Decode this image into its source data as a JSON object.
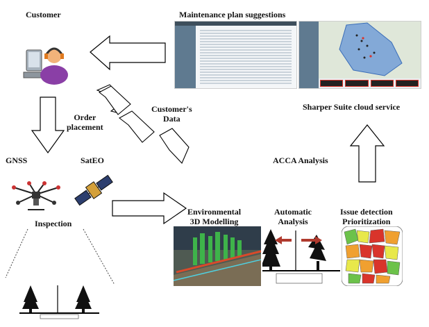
{
  "labels": {
    "customer": "Customer",
    "maintenance_plan": "Maintenance plan suggestions",
    "order_placement": "Order\nplacement",
    "customers_data": "Customer's\nData",
    "sharper_suite": "Sharper Suite cloud service",
    "gnss": "GNSS",
    "sateo": "SatEO",
    "acca": "ACCA Analysis",
    "inspection": "Inspection",
    "environmental": "Environmental\n3D Modelling",
    "automatic": "Automatic\nAnalysis",
    "issue": "Issue detection\nPrioritization"
  },
  "colors": {
    "arrow_stroke": "#000000",
    "arrow_fill": "#ffffff",
    "sidebar": "#5f7a90",
    "map_blue": "#5b8fd6",
    "grid_red": "#d9342b",
    "grid_orange": "#f0a030",
    "grid_yellow": "#e8e84a",
    "grid_green": "#6cc24a",
    "sky_3d": "#2f3d4a",
    "veg_3d": "#3eb34a",
    "clearance_arrow": "#b03a2e"
  },
  "icons": [
    "customer-agent-icon",
    "drone-icon",
    "satellite-icon",
    "tree-icon",
    "power-pole-icon"
  ]
}
